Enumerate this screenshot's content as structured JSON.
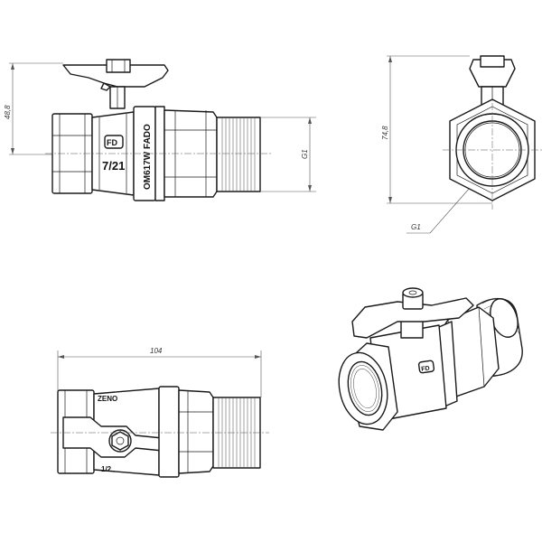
{
  "dimensions": {
    "height_handle": "48,8",
    "height_side": "74,8",
    "length": "104",
    "thread_front": "G1",
    "thread_side": "G1"
  },
  "markings": {
    "logo": "FD",
    "size": "7/21",
    "model": "OM617W FADO",
    "iso_body": "ZENO",
    "iso_size": "1/2"
  }
}
